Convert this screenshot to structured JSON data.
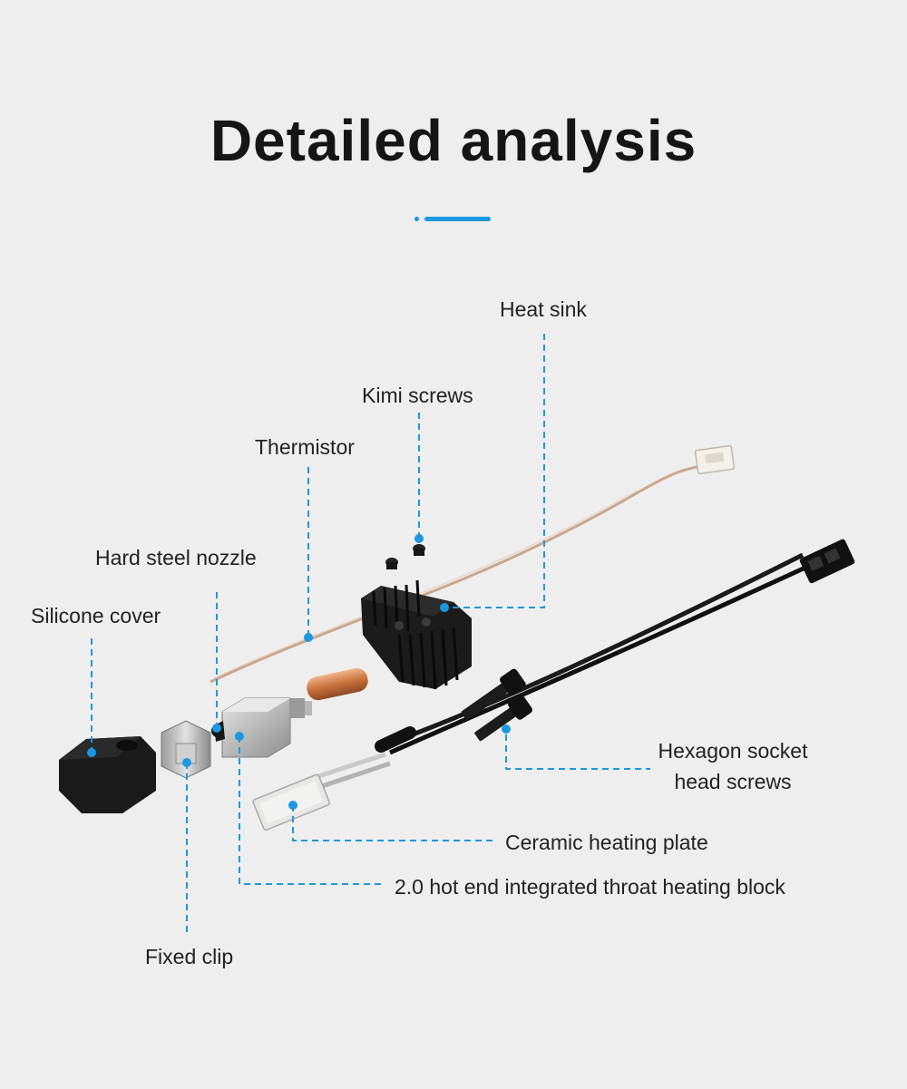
{
  "title": "Detailed analysis",
  "accent_color": "#1b98e0",
  "labels": {
    "heat_sink": "Heat sink",
    "kimi_screws": "Kimi screws",
    "thermistor": "Thermistor",
    "hard_steel_nozzle": "Hard steel nozzle",
    "silicone_cover": "Silicone cover",
    "hexagon_line1": "Hexagon socket",
    "hexagon_line2": "head screws",
    "ceramic_heating_plate": "Ceramic heating plate",
    "heating_block": "2.0 hot end integrated throat heating block",
    "fixed_clip": "Fixed clip"
  }
}
